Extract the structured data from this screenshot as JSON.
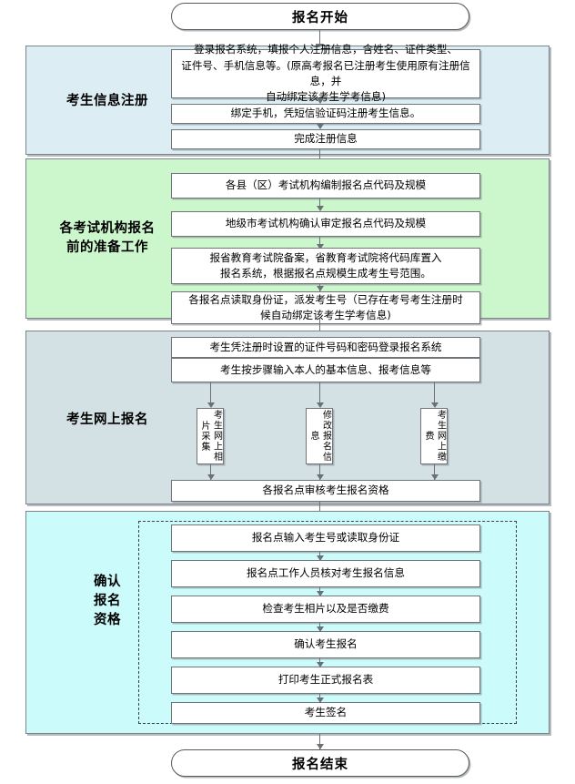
{
  "diagram": {
    "title_start": "报名开始",
    "title_end": "报名结束",
    "colors": {
      "band_1": "#dceef4",
      "band_2": "#ccf7cc",
      "band_3": "#d3e1e5",
      "band_4": "#ccfbfb",
      "border": "#6f7579",
      "text": "#000000"
    }
  },
  "sections": [
    {
      "id": "candidate-info-registration",
      "label": "考生信息注册",
      "steps": [
        "登录报名系统，填报个人注册信息，含姓名、证件类型、\n证件号、手机信息等。(原高考报名已注册考生使用原有注册信息，并\n自动绑定该考生学考信息)",
        "绑定手机，凭短信验证码注册考生信息。",
        "完成注册信息"
      ]
    },
    {
      "id": "exam-agency-preparation",
      "label": "各考试机构报名\n前的准备工作",
      "steps": [
        "各县（区）考试机构编制报名点代码及规模",
        "地级市考试机构确认审定报名点代码及规模",
        "报省教育考试院备案，省教育考试院将代码库置入\n报名系统，根据报名点规模生成考生号范围。",
        "各报名点读取身份证，派发考生号（已存在考号考生注册时\n候自动绑定该考生学考信息)"
      ]
    },
    {
      "id": "online-registration",
      "label": "考生网上报名",
      "steps": [
        "考生凭注册时设置的证件号码和密码登录报名系统",
        "考生按步骤输入本人的基本信息、报考信息等"
      ],
      "parallel_steps": [
        "考生网上相片采集",
        "修改报名信息",
        "考生网上缴费"
      ],
      "final_step": "各报名点审核考生报名资格"
    },
    {
      "id": "confirm-qualification",
      "label": "确认\n报名\n资格",
      "steps": [
        "报名点输入考生号或读取身份证",
        "报名点工作人员核对考生报名信息",
        "检查考生相片以及是否缴费",
        "确认考生报名",
        "打印考生正式报名表",
        "考生签名"
      ]
    }
  ]
}
